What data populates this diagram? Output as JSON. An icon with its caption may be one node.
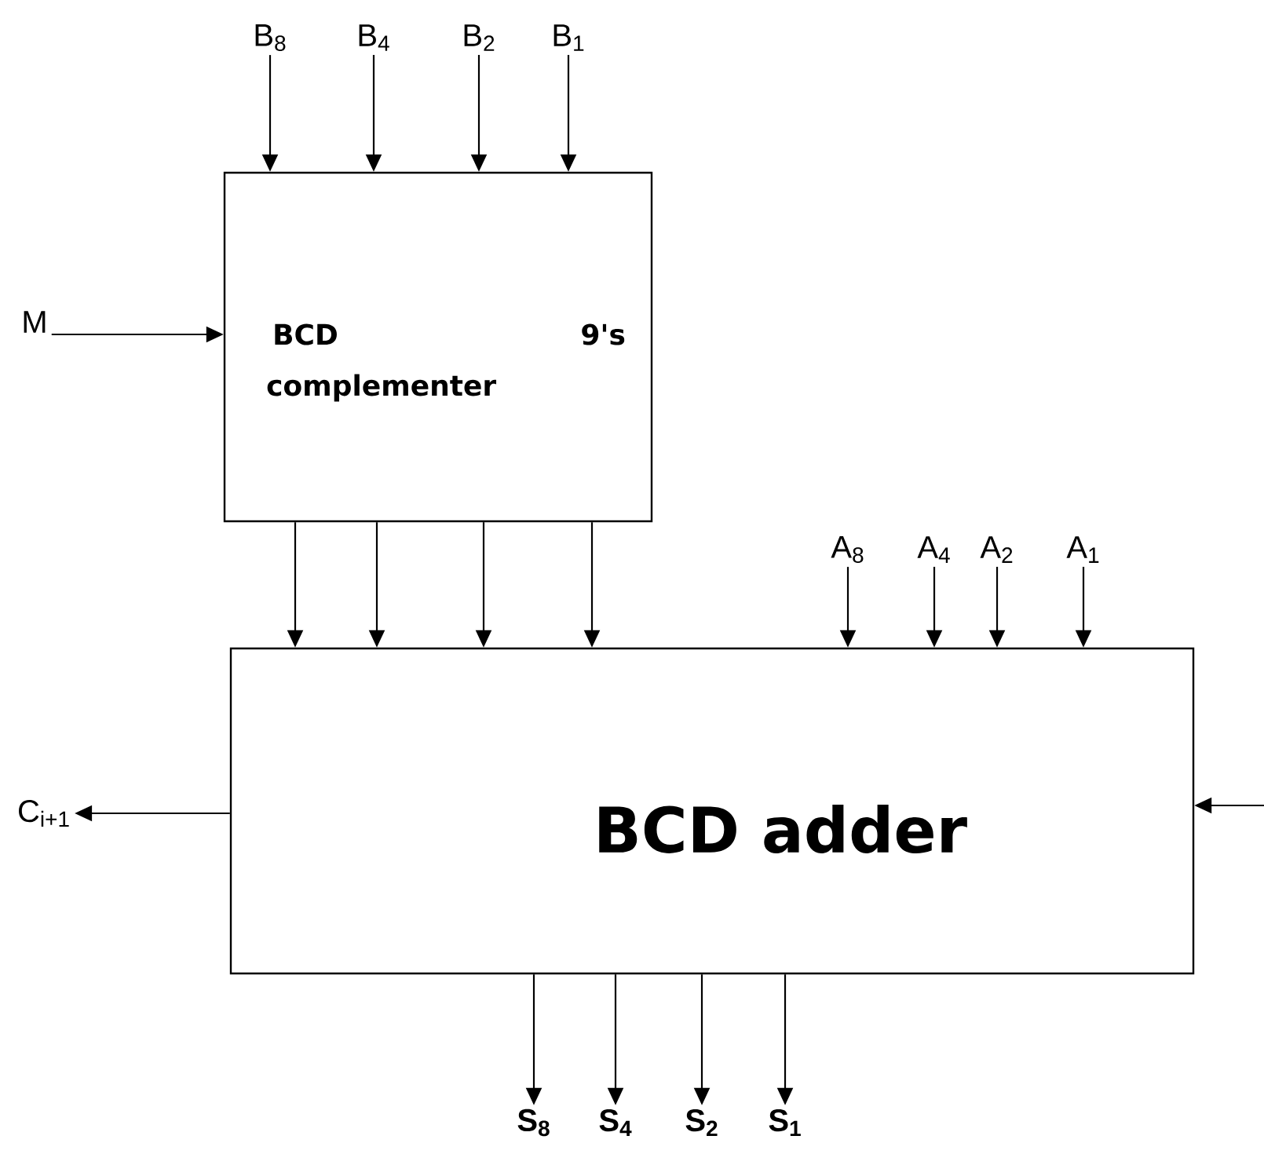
{
  "diagram": {
    "nodes": [
      {
        "text": [
          "BCD",
          "9's",
          "complementer"
        ]
      },
      {
        "text": [
          "BCD adder"
        ]
      },
      {
        "text": [
          "B$_{8}$"
        ]
      },
      {
        "text": [
          "B$_{4}$"
        ]
      },
      {
        "text": [
          "B$_{2}$"
        ]
      },
      {
        "text": [
          "B$_{1}$"
        ]
      },
      {
        "text": [
          "M"
        ]
      },
      {
        "text": [
          "A$_{8}$"
        ]
      },
      {
        "text": [
          "A$_{4}$"
        ]
      },
      {
        "text": [
          "A$_{2}$"
        ]
      },
      {
        "text": [
          "A$_{1}$"
        ]
      },
      {
        "text": [
          "C$_{i+1}$"
        ]
      },
      {
        "text": [
          "S$_{8}$"
        ]
      },
      {
        "text": [
          "S$_{4}$"
        ]
      },
      {
        "text": [
          "S$_{2}$"
        ]
      },
      {
        "text": [
          "S$_{1}$"
        ]
      }
    ],
    "edges": [
      {
        "from": 2,
        "to": 0,
        "arrow": "to"
      },
      {
        "from": 3,
        "to": 0,
        "arrow": "to"
      },
      {
        "from": 4,
        "to": 0,
        "arrow": "to"
      },
      {
        "from": 5,
        "to": 0,
        "arrow": "to"
      },
      {
        "from": 6,
        "to": 0,
        "arrow": "to"
      },
      {
        "from": 0,
        "to": 1,
        "arrow": "to"
      },
      {
        "from": 0,
        "to": 1,
        "arrow": "to"
      },
      {
        "from": 0,
        "to": 1,
        "arrow": "to"
      },
      {
        "from": 0,
        "to": 1,
        "arrow": "to"
      },
      {
        "from": 7,
        "to": 1,
        "arrow": "to"
      },
      {
        "from": 8,
        "to": 1,
        "arrow": "to"
      },
      {
        "from": 9,
        "to": 1,
        "arrow": "to"
      },
      {
        "from": 10,
        "to": 1,
        "arrow": "to"
      },
      {
        "from": 1,
        "to": 11,
        "arrow": "to"
      },
      {
        "from": null,
        "to": 1,
        "arrow": "to"
      },
      {
        "from": 1,
        "to": 12,
        "arrow": "to"
      },
      {
        "from": 1,
        "to": 13,
        "arrow": "to"
      },
      {
        "from": 1,
        "to": 14,
        "arrow": "to"
      },
      {
        "from": 1,
        "to": 15,
        "arrow": "to"
      }
    ]
  }
}
